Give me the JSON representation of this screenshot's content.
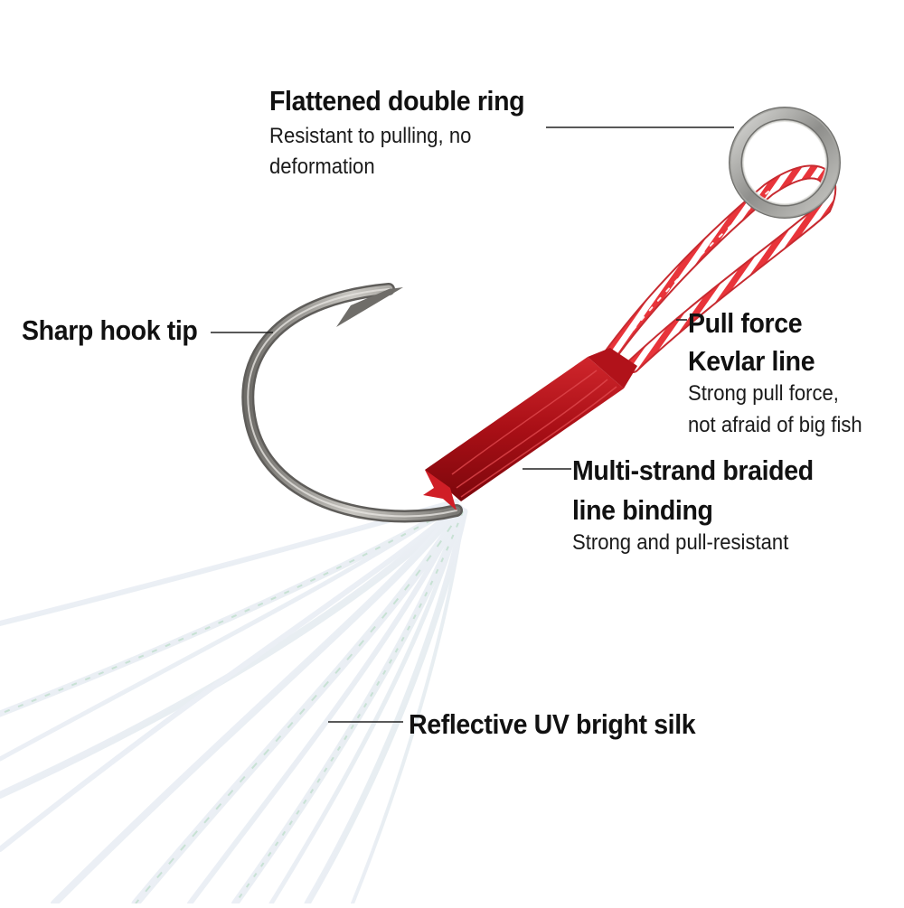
{
  "callouts": {
    "double_ring": {
      "title": "Flattened double ring",
      "desc_line1": "Resistant to pulling, no",
      "desc_line2": "deformation"
    },
    "hook_tip": {
      "title": "Sharp hook tip"
    },
    "kevlar": {
      "title_line1": "Pull force",
      "title_line2": "Kevlar line",
      "desc_line1": "Strong pull force,",
      "desc_line2": "not afraid of big fish"
    },
    "binding": {
      "title_line1": "Multi-strand braided",
      "title_line2": "line binding",
      "desc": "Strong and pull-resistant"
    },
    "silk": {
      "title": "Reflective UV bright silk"
    }
  },
  "colors": {
    "text": "#111111",
    "leader_line": "#222222",
    "ring_metal": "#9a9a98",
    "hook_metal": "#8c8a86",
    "binding_red": "#b4121a",
    "kevlar_red": "#e8343a",
    "silk_sheen": "#d8dce6"
  }
}
